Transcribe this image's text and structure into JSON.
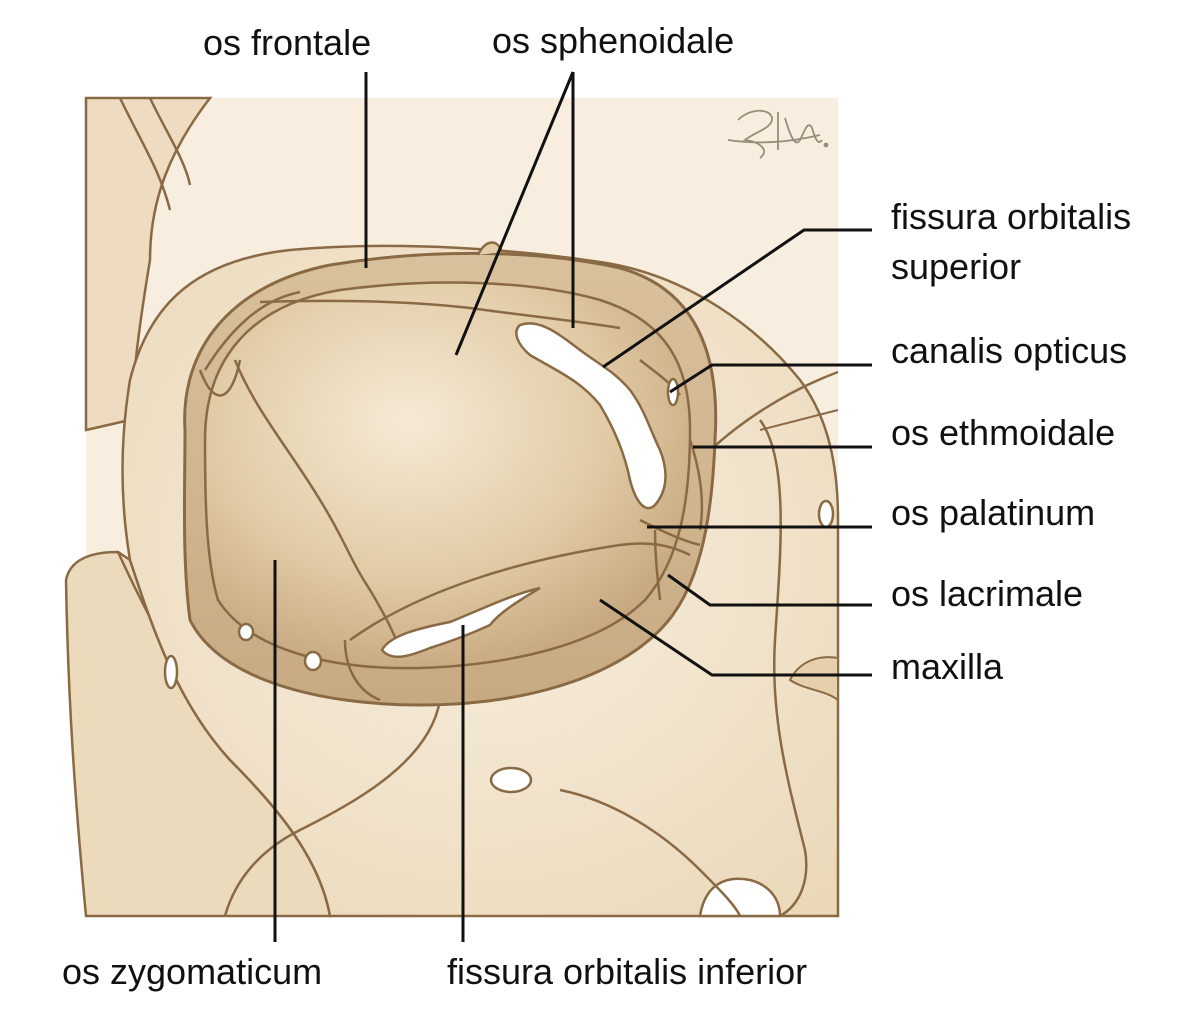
{
  "diagram": {
    "subject": "bony orbit, anterior view",
    "colors": {
      "bone_fill": "#eddcbf",
      "bone_light": "#f7eedf",
      "bone_shadow": "#b59a72",
      "outline": "#8a6a45",
      "leader": "#111111",
      "label_text": "#111111",
      "fissure": "#ffffff"
    }
  },
  "labels": {
    "os_frontale": "os frontale",
    "os_sphenoidale": "os sphenoidale",
    "fissura_orbitalis_superior_line1": "fissura orbitalis",
    "fissura_orbitalis_superior_line2": "superior",
    "canalis_opticus": "canalis opticus",
    "os_ethmoidale": "os ethmoidale",
    "os_palatinum": "os palatinum",
    "os_lacrimale": "os lacrimale",
    "maxilla": "maxilla",
    "os_zygomaticum": "os zygomaticum",
    "fissura_orbitalis_inferior": "fissura orbitalis inferior"
  }
}
